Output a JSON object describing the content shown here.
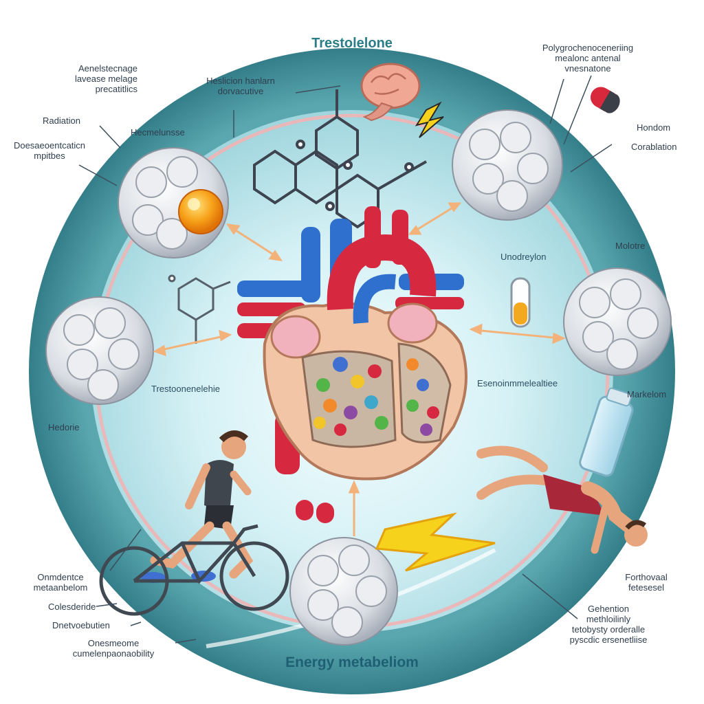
{
  "diagram": {
    "title": "Trestolelone",
    "footer_title": "Energy metabeliom",
    "labels": {
      "top_left_note": [
        "Aenelstecnage",
        "lavease melage",
        "precatitlics"
      ],
      "radiation": "Radiation",
      "hormone_left": "Hecmelunsse",
      "decontamination": [
        "Doesaeoentcaticn",
        "mpitbes"
      ],
      "heart_note": [
        "Heslicion hanlarn",
        "dorvacutive"
      ],
      "top_right_note": [
        "Polygrochenoceneriing",
        "mealonc antenal",
        "vnesnatone"
      ],
      "hondom": "Hondom",
      "corablation": "Corablation",
      "molotre": "Molotre",
      "unodrey": "Unodreylon",
      "tresto_inner": "Trestoonenelehie",
      "esenoi": "Esenoinmmelealtiee",
      "hedorie": "Hedorie",
      "markelom": "Markelom",
      "orndense": [
        "Onmdentce",
        "metaanbelom"
      ],
      "colesteride": "Colesderide",
      "dnetvo": "Dnetvoebutien",
      "onesmeone": [
        "Onesmeome",
        "cumelenpaonaobility"
      ],
      "fortheval": [
        "Forthovaal",
        "fetesesel"
      ],
      "genention": [
        "Gehention",
        "methloilinly",
        "tetobysty orderalle",
        "pyscdic ersenetliise"
      ]
    }
  },
  "colors": {
    "ring": "#3f8f98",
    "ring_dark": "#2d7783",
    "inner": "#cfeef3",
    "heart_red": "#d6283f",
    "heart_blue": "#2f6fcd",
    "heart_body": "#f2c5a6",
    "stone": "#d8dbe0",
    "accent_orange": "#f6a21a",
    "bolt": "#f7d21c"
  },
  "icons": [
    "brain-icon",
    "molecule-icon",
    "capsule-icon",
    "test-tube-icon",
    "water-bottle-icon",
    "lightning-icon",
    "runner-icon",
    "bicycle-icon",
    "swimmer-icon"
  ]
}
